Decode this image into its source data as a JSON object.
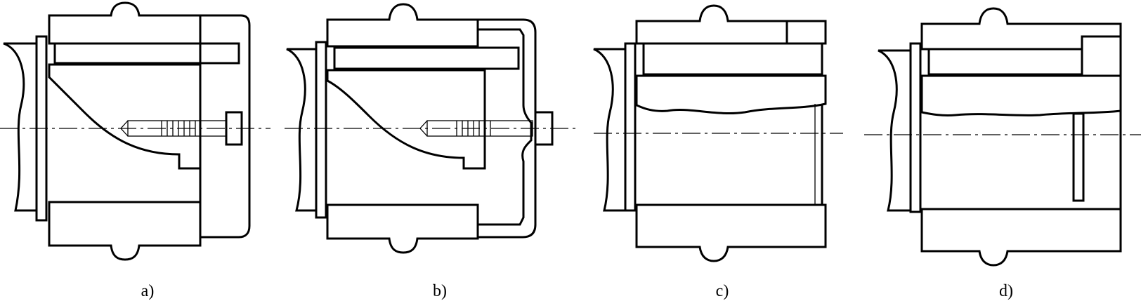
{
  "figure": {
    "panels": [
      {
        "id": "a",
        "caption": "a)"
      },
      {
        "id": "b",
        "caption": "b)"
      },
      {
        "id": "c",
        "caption": "c)"
      },
      {
        "id": "d",
        "caption": "d)"
      }
    ]
  }
}
